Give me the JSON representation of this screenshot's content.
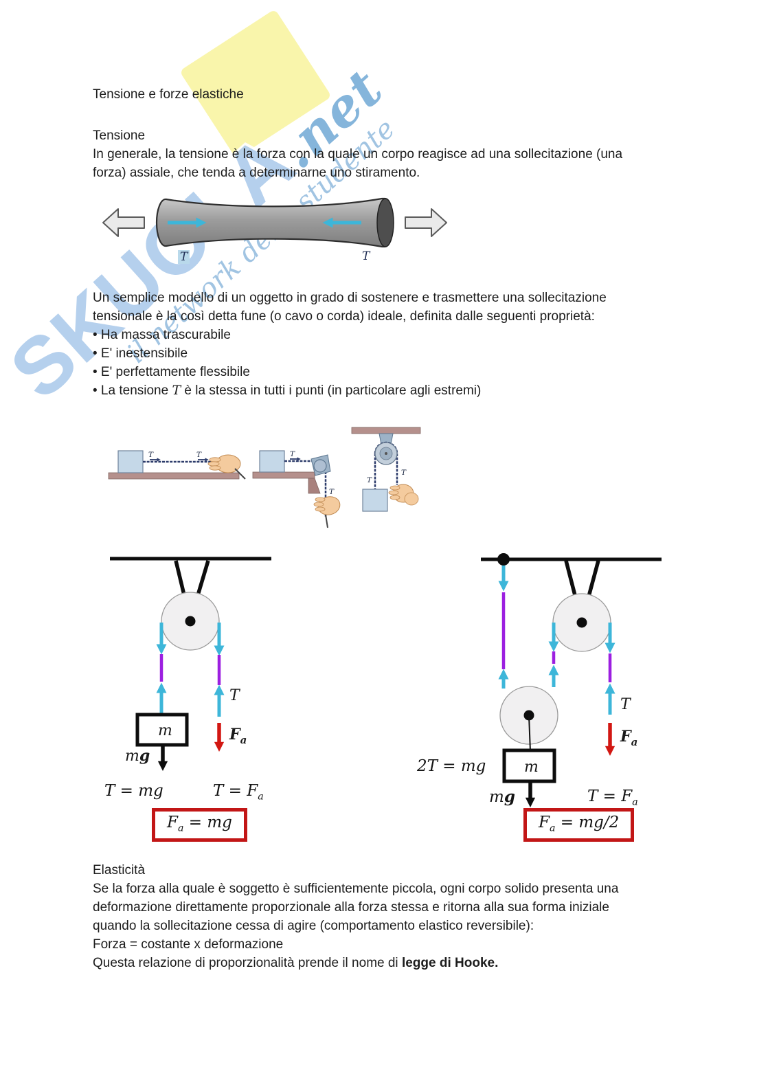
{
  "title": "Tensione e forze elastiche",
  "watermark": {
    "brand": "SKUOLA",
    "brand_suffix": ".net",
    "tagline": "il network dello studente"
  },
  "tension": {
    "heading": "Tensione",
    "lines": [
      "In generale, la tensione è la forza con la quale un corpo reagisce ad una sollecitazione (una",
      "forza) assiale, che tenda a determinarne uno stiramento."
    ]
  },
  "rod_figure": {
    "tension_left": "T",
    "tension_right": "T"
  },
  "rope_model": {
    "lines": [
      "Un semplice modello di un oggetto in grado di sostenere e trasmettere una sollecitazione",
      "tensionale è la così detta fune (o cavo o corda) ideale, definita dalle seguenti proprietà:"
    ],
    "bullets": [
      {
        "pre": "• Ha massa trascurabile",
        "math": "",
        "post": ""
      },
      {
        "pre": "• E' inestensibile",
        "math": "",
        "post": ""
      },
      {
        "pre": "• E' perfettamente flessibile",
        "math": "",
        "post": ""
      },
      {
        "pre": "• La tensione ",
        "math": "T",
        "post": " è la stessa in tutti i punti (in particolare agli estremi)"
      }
    ]
  },
  "small_figures": {
    "fig1": {
      "t1": "T",
      "t2": "T"
    },
    "fig2": {
      "t1": "T",
      "t2": "T"
    },
    "fig3": {
      "t1": "T",
      "t2": "T"
    }
  },
  "pulley_left": {
    "block": "m",
    "tension": "T",
    "applied_main": "F",
    "applied_sub": "a",
    "weight_m": "m",
    "weight_g": "g",
    "eq_tension": "T = mg",
    "eq_applied_main": "T = F",
    "eq_applied_sub": "a",
    "box_main": "F",
    "box_sub": "a",
    "box_rest": " = mg"
  },
  "pulley_right": {
    "block": "m",
    "tension": "T",
    "applied_main": "F",
    "applied_sub": "a",
    "weight_m": "m",
    "weight_g": "g",
    "eq_2t": "2T = mg",
    "eq_applied_main": "T = F",
    "eq_applied_sub": "a",
    "box_main": "F",
    "box_sub": "a",
    "box_rest": " = mg/2"
  },
  "elasticity": {
    "heading": "Elasticità",
    "lines": [
      "Se la forza alla quale è soggetto è sufficientemente piccola, ogni corpo solido presenta una",
      "deformazione direttamente proporzionale alla forza stessa e ritorna alla sua forma iniziale",
      "quando la sollecitazione cessa di agire (comportamento elastico reversibile):"
    ],
    "formula_line": "Forza = costante x deformazione",
    "closing_pre": "Questa relazione di proporzionalità prende il nome di ",
    "closing_bold": "legge di Hooke."
  },
  "palette": {
    "tension_arrow_cyan": "#3db6d9",
    "rope_segment_purple": "#9c1fe0",
    "applied_force_red": "#d21712",
    "result_box_border": "#c21616",
    "table_brown": "#b5908c",
    "block_blue": "#c5d8e8",
    "watermark_blue": "#b0cdec",
    "watermark_yellow": "#f9f5ab"
  }
}
